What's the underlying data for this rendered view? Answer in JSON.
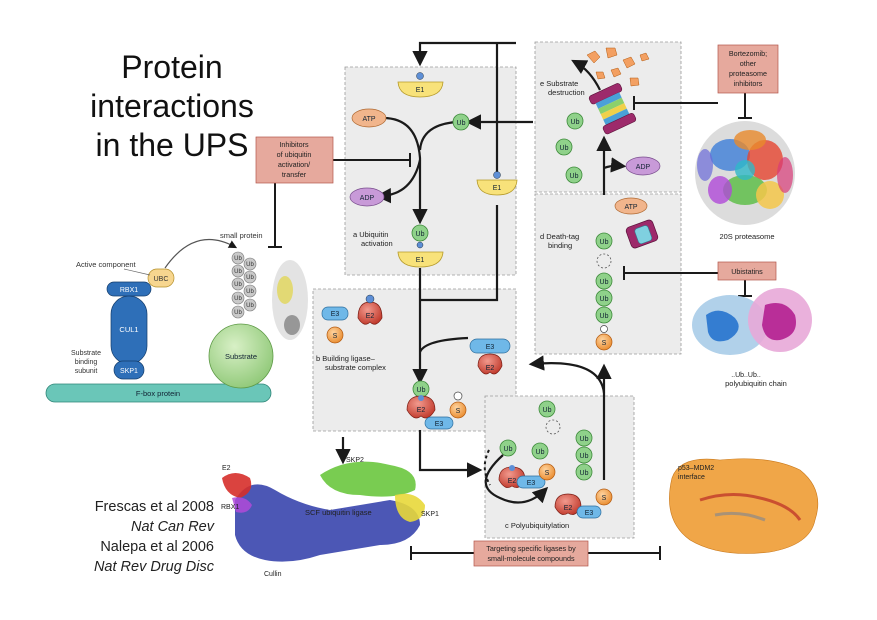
{
  "title": {
    "line1": "Protein",
    "line2": "interactions",
    "line3": "in the UPS"
  },
  "references": {
    "ref1_authors": "Frescas et al 2008",
    "ref1_journal": "Nat Can Rev",
    "ref2_authors": "Nalepa et al 2006",
    "ref2_journal": "Nat Rev Drug Disc"
  },
  "scf_cartoon": {
    "active_component": "Active component",
    "small_protein": "small protein",
    "ubc": "UBC",
    "rbx1": "RBX1",
    "cul1": "CUL1",
    "skp1": "SKP1",
    "substrate_binding": [
      "Substrate",
      "binding",
      "subunit"
    ],
    "substrate": "Substrate",
    "fbox": "F-box protein",
    "ub": "Ub"
  },
  "panels": {
    "a": [
      "a  Ubiquitin",
      "activation"
    ],
    "b": [
      "b  Building ligase–",
      "substrate complex"
    ],
    "c": "c  Polyubiquitylation",
    "d": [
      "d  Death-tag",
      "binding"
    ],
    "e": [
      "e  Substrate",
      "destruction"
    ]
  },
  "molecules": {
    "e1": "E1",
    "e2": "E2",
    "e3": "E3",
    "s": "S",
    "ub": "Ub",
    "atp": "ATP",
    "adp": "ADP"
  },
  "inhibitors": {
    "activation": [
      "Inhibitors",
      "of ubiquitin",
      "activation/",
      "transfer"
    ],
    "bortezomib": [
      "Bortezomib;",
      "other",
      "proteasome",
      "inhibitors"
    ],
    "ubistatins": "Ubistatins",
    "ligases": [
      "Targeting specific ligases by",
      "small-molecule compounds"
    ]
  },
  "structures": {
    "proteasome": "20S proteasome",
    "polyubiquitin": [
      "..Ub..Ub..",
      "polyubiquitin chain"
    ],
    "p53": [
      "p53–MDM2",
      "interface"
    ],
    "scf_ligase": "SCF ubiquitin ligase",
    "e2": "E2",
    "rbx1": "RBX1",
    "skp2": "SKP2",
    "skp1": "SKP1",
    "cullin": "Cullin"
  }
}
